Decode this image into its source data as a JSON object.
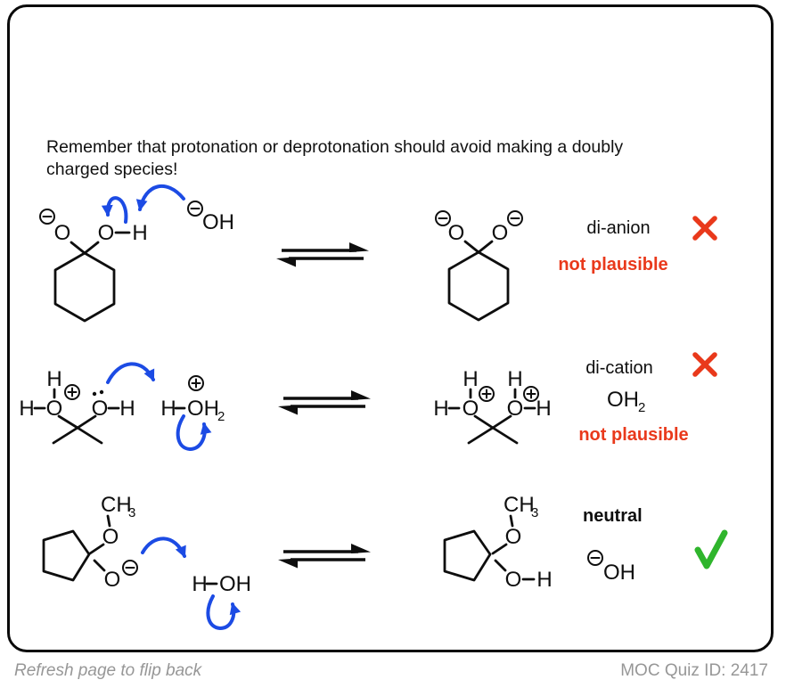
{
  "instruction": {
    "line1": "Remember that protonation or deprotonation should avoid making a doubly",
    "line2": "charged species!"
  },
  "atoms": {
    "O": "O",
    "H": "H",
    "OH": "OH",
    "CH": "CH",
    "sub2": "2",
    "sub3": "3"
  },
  "verdict1": {
    "name": "di-anion",
    "note": "not plausible"
  },
  "verdict2": {
    "name": "di-cation",
    "byproduct": "OH",
    "byproduct_sub": "2",
    "note": "not plausible"
  },
  "verdict3": {
    "name": "neutral",
    "byproduct": "OH"
  },
  "footer": {
    "flip_hint": "Refresh page to flip back",
    "quiz_id": "MOC Quiz ID: 2417"
  },
  "colors": {
    "arrow_blue": "#1c4be4",
    "error_red": "#e9391b",
    "success_green": "#2fb52c",
    "footer_gray": "#979797"
  }
}
